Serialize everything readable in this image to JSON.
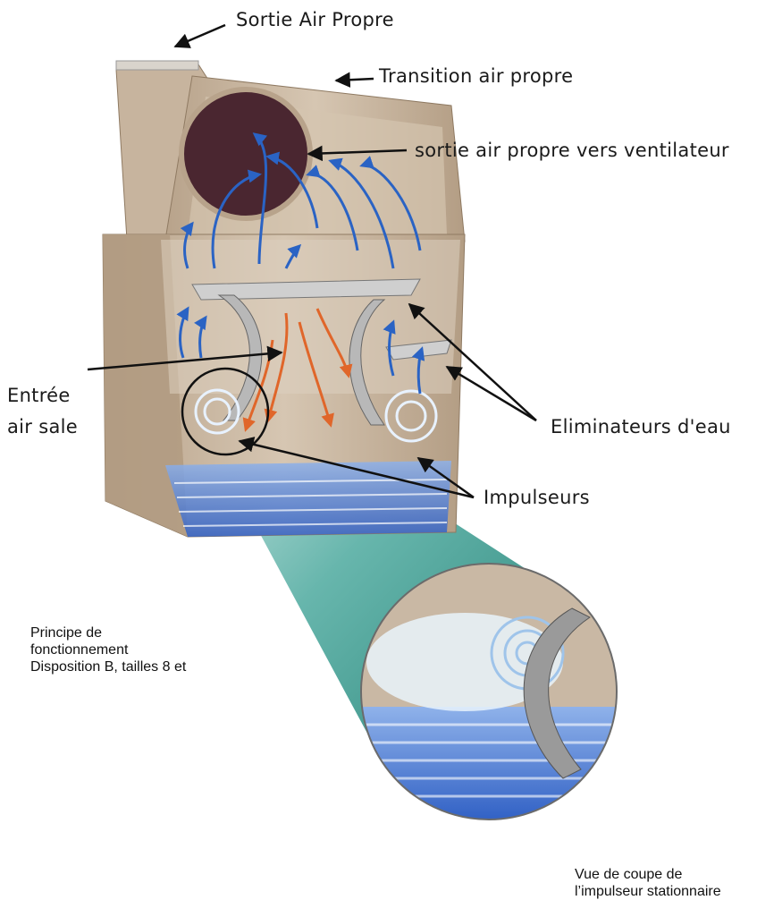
{
  "labels": {
    "sortie_air_propre": "Sortie Air Propre",
    "transition_air_propre": "Transition air propre",
    "sortie_ventilateur": "sortie air propre vers ventilateur",
    "entree_line1": "Entrée",
    "entree_line2": "air sale",
    "eliminateurs": "Eliminateurs d'eau",
    "impulseurs": "Impulseurs"
  },
  "captions": {
    "principe": [
      "Principe de",
      "fonctionnement",
      "Disposition B, tailles 8 et"
    ],
    "vue_coupe": [
      "Vue de coupe de",
      "l’impulseur stationnaire"
    ]
  },
  "colors": {
    "housing": "#c9b8a4",
    "housing_dark": "#a8937c",
    "duct_outlet": "#4a2630",
    "clean_air_arrow": "#2a63c4",
    "dirty_air_arrow": "#e0662a",
    "zoom_cone": "#2e9488",
    "water": "#3f6fd0"
  }
}
